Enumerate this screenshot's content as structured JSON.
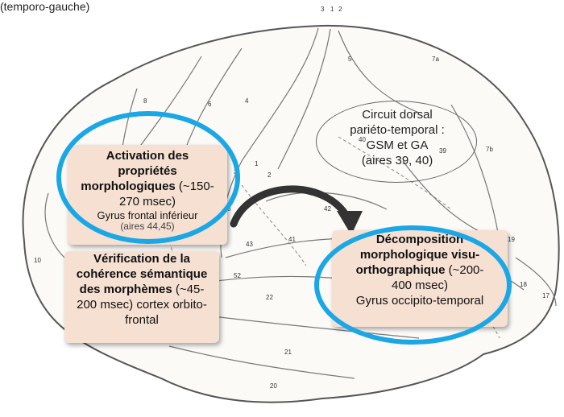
{
  "top_fragment": "(temporo-gauche)",
  "top_numbers": [
    "3",
    "1",
    "2"
  ],
  "area_numbers": [
    "4",
    "5",
    "6",
    "7a",
    "7b",
    "8",
    "9",
    "10",
    "18",
    "17",
    "19",
    "20",
    "21",
    "22",
    "39",
    "40",
    "41",
    "42",
    "43",
    "52",
    "3",
    "1",
    "2",
    "8"
  ],
  "boxes": {
    "activation": {
      "line1": "Activation des",
      "line2": "propriétés",
      "line3_bold": "morphologiques",
      "line3_rest": " (~150-",
      "line4": "270 msec)",
      "line5": "Gyrus frontal inférieur",
      "hidden_fragment": "(aires 44,45)"
    },
    "verification": {
      "line1": "Vérification de la",
      "line2": "cohérence sémantique",
      "line3_bold": "des morphèmes",
      "line3_rest": " (~45-",
      "line4": "200 msec) cortex orbito-",
      "line5": "frontal"
    },
    "decomposition": {
      "line1": "Décomposition",
      "line2": "morphologique visu-",
      "line3_bold": "orthographique",
      "line3_rest": "  (~200-",
      "line4": "400 msec)",
      "line5": "Gyrus occipito-temporal"
    }
  },
  "circuit": {
    "line1": "Circuit dorsal",
    "line2": "pariéto-temporal :",
    "line3": "GSM et GA",
    "line4": "(aires 39, 40)"
  },
  "colors": {
    "ring": "#1aa7e6",
    "box_fill": "#f6e0d2",
    "arrow": "#333333"
  }
}
